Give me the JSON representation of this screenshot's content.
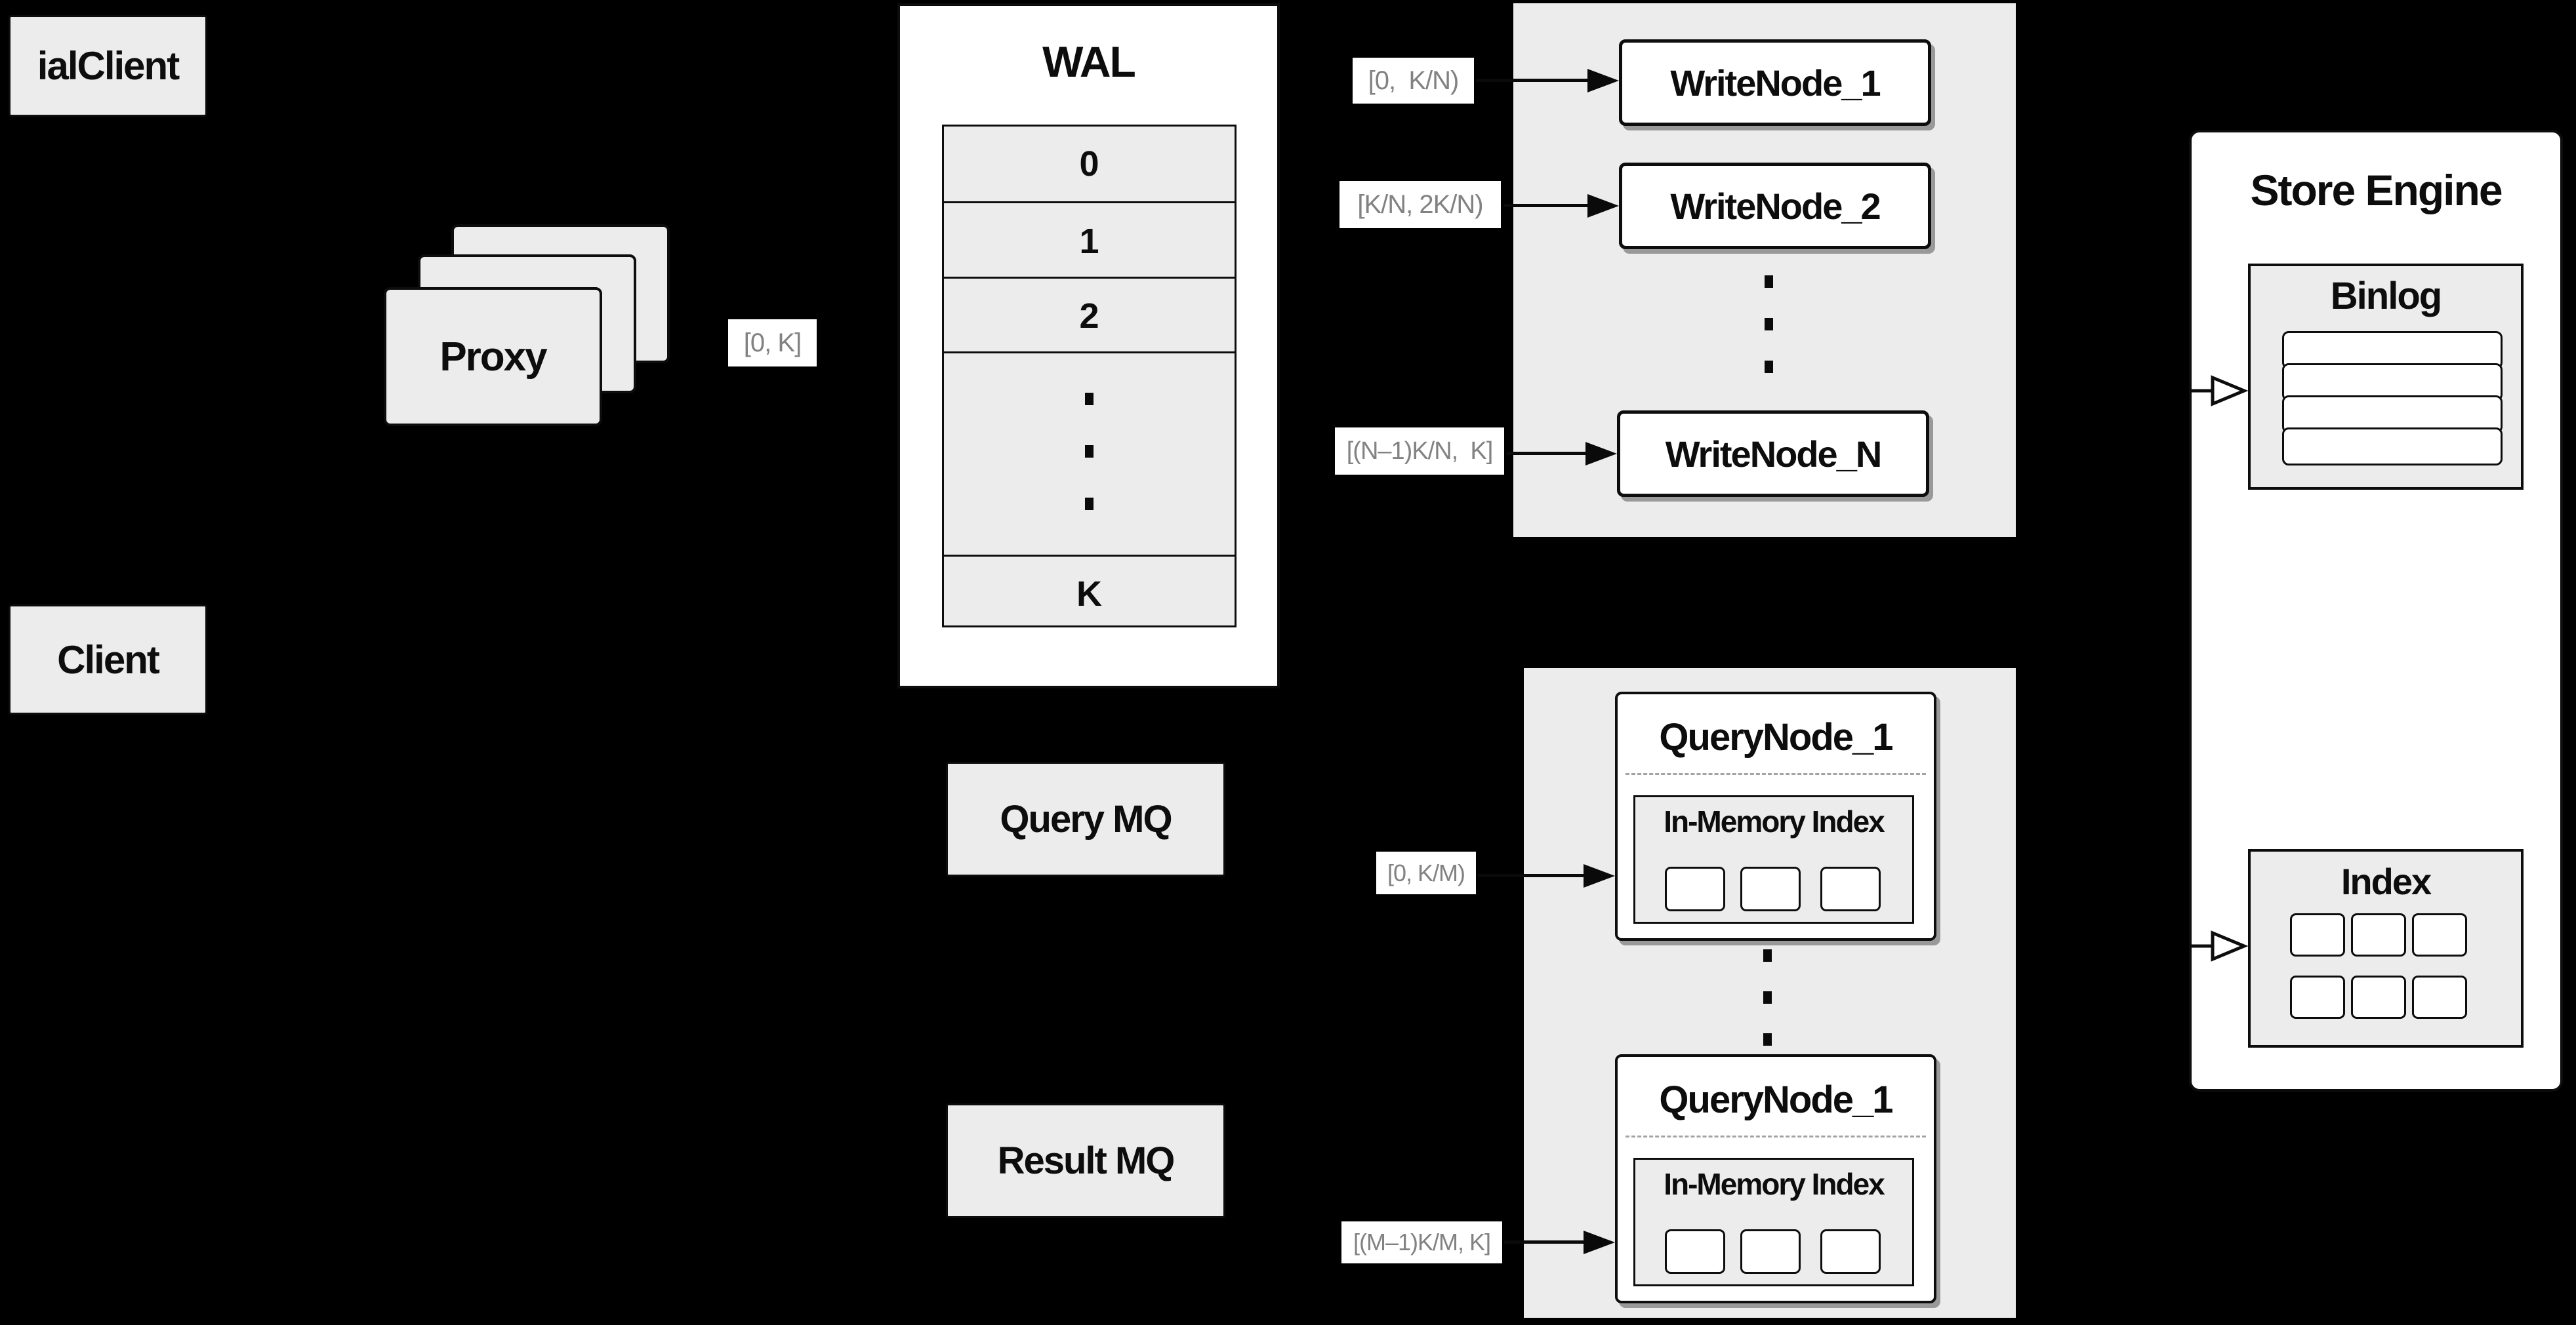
{
  "colors": {
    "background": "#000000",
    "panel_gray": "#ececec",
    "box_white": "#ffffff",
    "border_black": "#0d0d0d",
    "label_gray_text": "#828282",
    "dashed_separator": "#a3a3a3"
  },
  "clients": {
    "top": "Client",
    "bottom": "Client"
  },
  "proxy": {
    "label": "Proxy"
  },
  "edge_labels": {
    "proxy_to_wal": "[0, K]",
    "wal_to_writenode_1": "[0,  K/N)",
    "wal_to_writenode_2": "[K/N, 2K/N)",
    "wal_to_writenode_n": "[(N–1)K/N,  K]",
    "mq_to_querynode_top": "[0, K/M)",
    "mq_to_querynode_bottom": "[(M–1)K/M, K]"
  },
  "wal": {
    "title": "WAL",
    "rows": [
      "0",
      "1",
      "2",
      "K"
    ]
  },
  "write_panel": {
    "node1": "WriteNode_1",
    "node2": "WriteNode_2",
    "nodeN": "WriteNode_N"
  },
  "mq": {
    "query": "Query MQ",
    "result": "Result MQ"
  },
  "query_nodes": {
    "top": {
      "title": "QueryNode_1",
      "inner": "In-Memory Index"
    },
    "bottom": {
      "title": "QueryNode_1",
      "inner": "In-Memory Index"
    }
  },
  "store": {
    "title": "Store Engine",
    "binlog": "Binlog",
    "index": "Index"
  }
}
